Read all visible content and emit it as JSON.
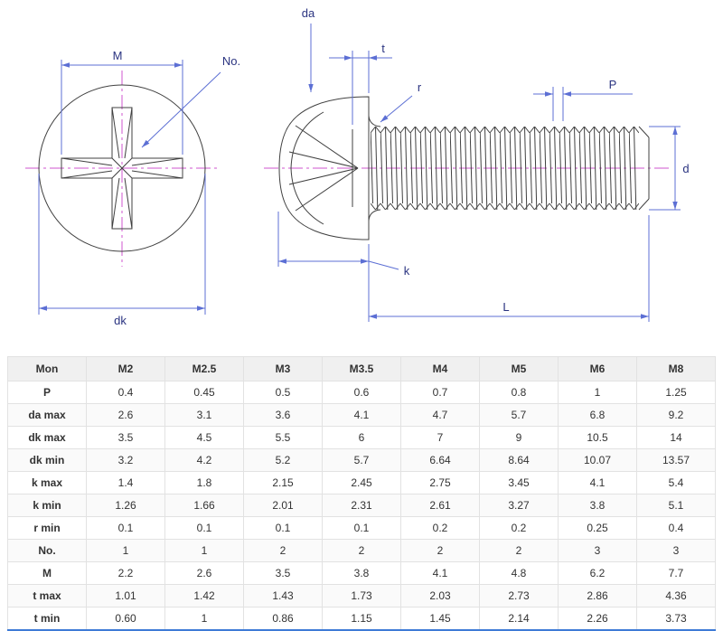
{
  "drawing": {
    "labels": {
      "m": "M",
      "no": "No.",
      "dk": "dk",
      "da": "da",
      "t": "t",
      "r": "r",
      "p": "P",
      "d": "d",
      "k": "k",
      "l": "L"
    },
    "colors": {
      "line": "#404040",
      "dimension": "#5c6fd4",
      "dimension_text": "#2a3380",
      "centerline": "#cf54cf"
    }
  },
  "table": {
    "headers": [
      "Mon",
      "M2",
      "M2.5",
      "M3",
      "M3.5",
      "M4",
      "M5",
      "M6",
      "M8"
    ],
    "rows": [
      {
        "label": "P",
        "values": [
          "0.4",
          "0.45",
          "0.5",
          "0.6",
          "0.7",
          "0.8",
          "1",
          "1.25"
        ]
      },
      {
        "label": "da max",
        "values": [
          "2.6",
          "3.1",
          "3.6",
          "4.1",
          "4.7",
          "5.7",
          "6.8",
          "9.2"
        ]
      },
      {
        "label": "dk max",
        "values": [
          "3.5",
          "4.5",
          "5.5",
          "6",
          "7",
          "9",
          "10.5",
          "14"
        ]
      },
      {
        "label": "dk min",
        "values": [
          "3.2",
          "4.2",
          "5.2",
          "5.7",
          "6.64",
          "8.64",
          "10.07",
          "13.57"
        ]
      },
      {
        "label": "k max",
        "values": [
          "1.4",
          "1.8",
          "2.15",
          "2.45",
          "2.75",
          "3.45",
          "4.1",
          "5.4"
        ]
      },
      {
        "label": "k min",
        "values": [
          "1.26",
          "1.66",
          "2.01",
          "2.31",
          "2.61",
          "3.27",
          "3.8",
          "5.1"
        ]
      },
      {
        "label": "r min",
        "values": [
          "0.1",
          "0.1",
          "0.1",
          "0.1",
          "0.2",
          "0.2",
          "0.25",
          "0.4"
        ]
      },
      {
        "label": "No.",
        "values": [
          "1",
          "1",
          "2",
          "2",
          "2",
          "2",
          "3",
          "3"
        ]
      },
      {
        "label": "M",
        "values": [
          "2.2",
          "2.6",
          "3.5",
          "3.8",
          "4.1",
          "4.8",
          "6.2",
          "7.7"
        ]
      },
      {
        "label": "t max",
        "values": [
          "1.01",
          "1.42",
          "1.43",
          "1.73",
          "2.03",
          "2.73",
          "2.86",
          "4.36"
        ]
      },
      {
        "label": "t min",
        "values": [
          "0.60",
          "1",
          "0.86",
          "1.15",
          "1.45",
          "2.14",
          "2.26",
          "3.73"
        ]
      }
    ],
    "accent_bottom_border": "#3e7bd6"
  }
}
